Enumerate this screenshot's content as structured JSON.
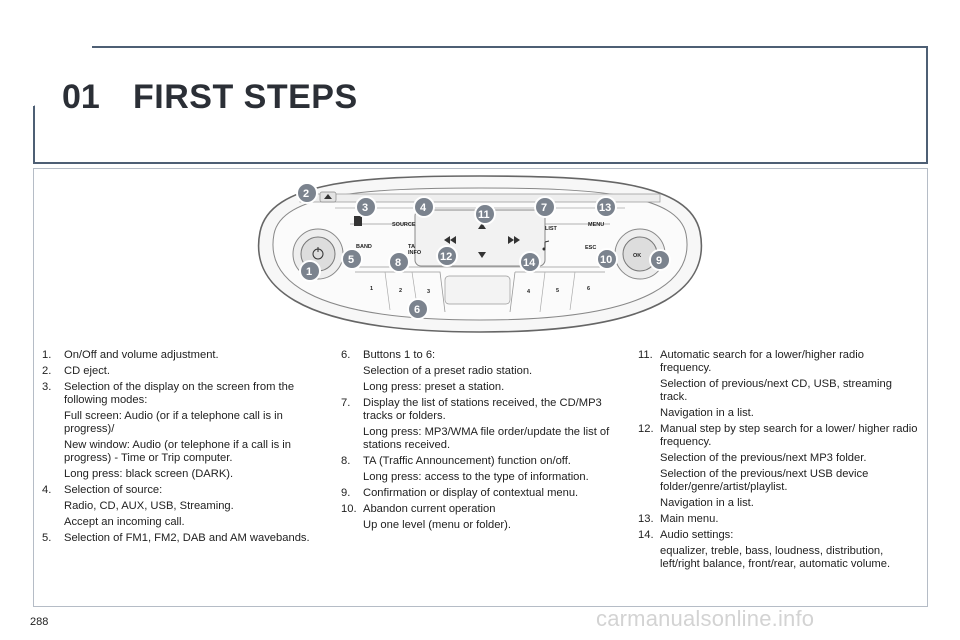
{
  "header": {
    "chapter_number": "01",
    "chapter_title": "FIRST STEPS"
  },
  "radio_panel": {
    "callouts": [
      "2",
      "3",
      "4",
      "11",
      "7",
      "13",
      "1",
      "5",
      "8",
      "12",
      "14",
      "10",
      "9",
      "6"
    ],
    "labels": {
      "band": "BAND",
      "source": "SOURCE",
      "ta": "TA",
      "info": "INFO",
      "list": "LIST",
      "menu": "MENU",
      "esc": "ESC",
      "ok": "OK"
    },
    "preset_buttons": [
      "1",
      "2",
      "3",
      "4",
      "5",
      "6"
    ]
  },
  "column1": {
    "items": [
      {
        "num": "1.",
        "text": "On/Off and volume adjustment.",
        "subs": []
      },
      {
        "num": "2.",
        "text": "CD eject.",
        "subs": []
      },
      {
        "num": "3.",
        "text": "Selection of the display on the screen from the following modes:",
        "subs": [
          "Full screen: Audio (or if a telephone call is in progress)/",
          "New window: Audio (or telephone if a call is in progress) - Time or Trip computer.",
          "Long press: black screen (DARK)."
        ]
      },
      {
        "num": "4.",
        "text": "Selection of source:",
        "subs": [
          "Radio, CD, AUX, USB, Streaming.",
          "Accept an incoming call."
        ]
      },
      {
        "num": "5.",
        "text": "Selection of FM1, FM2, DAB and AM wavebands.",
        "subs": []
      }
    ]
  },
  "column2": {
    "items": [
      {
        "num": "6.",
        "text": "Buttons 1 to 6:",
        "subs": [
          "Selection of a preset radio station.",
          "Long press: preset a station."
        ]
      },
      {
        "num": "7.",
        "text": "Display the list of stations received, the CD/MP3 tracks or folders.",
        "subs": [
          "Long press: MP3/WMA file order/update the list of stations received."
        ]
      },
      {
        "num": "8.",
        "text": "TA (Traffic Announcement) function on/off.",
        "subs": [
          "Long press: access to the type of information."
        ]
      },
      {
        "num": "9.",
        "text": "Confirmation or display of contextual menu.",
        "subs": []
      },
      {
        "num": "10.",
        "text": "Abandon current operation",
        "subs": [
          "Up one level (menu or folder)."
        ]
      }
    ]
  },
  "column3": {
    "items": [
      {
        "num": "11.",
        "text": "Automatic search for a lower/higher radio frequency.",
        "subs": [
          "Selection of previous/next CD, USB, streaming track.",
          "Navigation in a list."
        ]
      },
      {
        "num": "12.",
        "text": "Manual step by step search for a lower/ higher radio frequency.",
        "subs": [
          "Selection of the previous/next MP3 folder.",
          "Selection of the previous/next USB device folder/genre/artist/playlist.",
          "Navigation in a list."
        ]
      },
      {
        "num": "13.",
        "text": "Main menu.",
        "subs": []
      },
      {
        "num": "14.",
        "text": "Audio settings:",
        "subs": [
          "equalizer, treble, bass, loudness, distribution, left/right balance, front/rear, automatic volume."
        ]
      }
    ]
  },
  "footer": {
    "page_number": "288",
    "watermark": "carmanualsonline.info"
  }
}
